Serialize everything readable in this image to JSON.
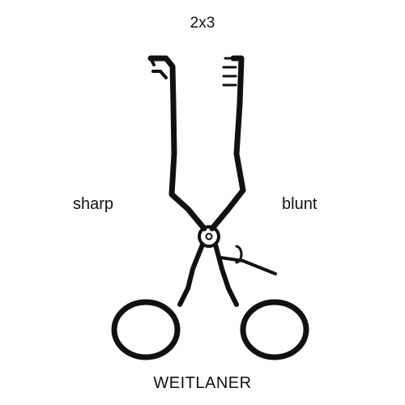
{
  "labels": {
    "teeth": "2x3",
    "left_tip": "sharp",
    "right_tip": "blunt",
    "instrument_name": "WEITLANER"
  },
  "illustration": {
    "subject": "self-retaining retractor",
    "line_color": "#111111",
    "background_color": "#ffffff"
  }
}
